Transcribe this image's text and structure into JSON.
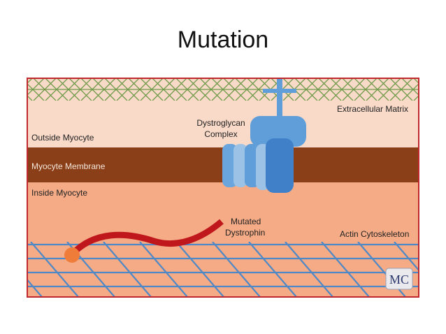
{
  "slide": {
    "title": "Mutation"
  },
  "diagram": {
    "labels": {
      "extracellular_matrix": "Extracellular Matrix",
      "outside_myocyte": "Outside Myocyte",
      "myocyte_membrane": "Myocyte Membrane",
      "inside_myocyte": "Inside Myocyte",
      "dystroglycan_line1": "Dystroglycan",
      "dystroglycan_line2": "Complex",
      "mutated_line1": "Mutated",
      "mutated_line2": "Dystrophin",
      "actin_cytoskeleton": "Actin Cytoskeleton"
    },
    "logo": {
      "text": "MC"
    },
    "colors": {
      "border": "#c0282d",
      "matrix_bg": "#f9d9c8",
      "matrix_mesh": "#6e9a4a",
      "membrane": "#8b3f18",
      "inside": "#f5ab86",
      "actin": "#4f88c6",
      "dystrophin": "#c0171c",
      "dystrophin_end": "#f07c3a",
      "complex_light": "#9cc3e6",
      "complex_mid": "#5f9ed9",
      "complex_dark": "#3f80c9"
    }
  }
}
